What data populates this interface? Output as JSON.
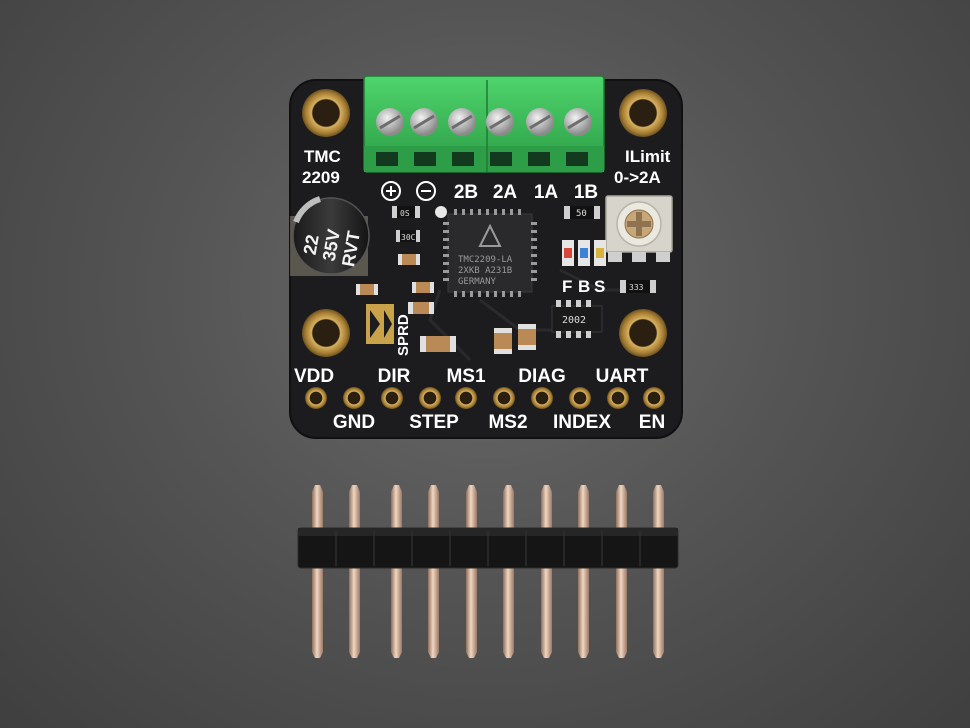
{
  "board": {
    "model_top": "TMC",
    "model_bottom": "2209",
    "ilimit_title": "ILimit",
    "ilimit_range": "0->2A",
    "terminals": [
      "2B",
      "2A",
      "1A",
      "1B"
    ],
    "power_plus": "+",
    "power_minus": "−",
    "sprd_label": "SPRD",
    "led_labels": [
      "F",
      "B",
      "S"
    ],
    "capacitor_lines": [
      "22",
      "35V",
      "RVT"
    ],
    "chip_lines": [
      "TMC2209-LA",
      "2XKB A231B",
      "GERMANY"
    ],
    "resistor_labels": {
      "r_top_left": "0S",
      "r_mid": "30C",
      "r_top_right": "50",
      "r_bottom_right": "333",
      "ic2": "2002"
    },
    "pins_top": [
      "VDD",
      "DIR",
      "MS1",
      "DIAG",
      "UART"
    ],
    "pins_bottom": [
      "GND",
      "STEP",
      "MS2",
      "INDEX",
      "EN"
    ]
  },
  "header": {
    "pin_count": 10
  },
  "colors": {
    "pcb": "#1c1c1e",
    "terminal_green": "#3bbf5a",
    "gold": "#c9a24a",
    "header_plastic": "#151515",
    "pin_metal": "#d9b8a0",
    "silkscreen": "#ffffff"
  }
}
